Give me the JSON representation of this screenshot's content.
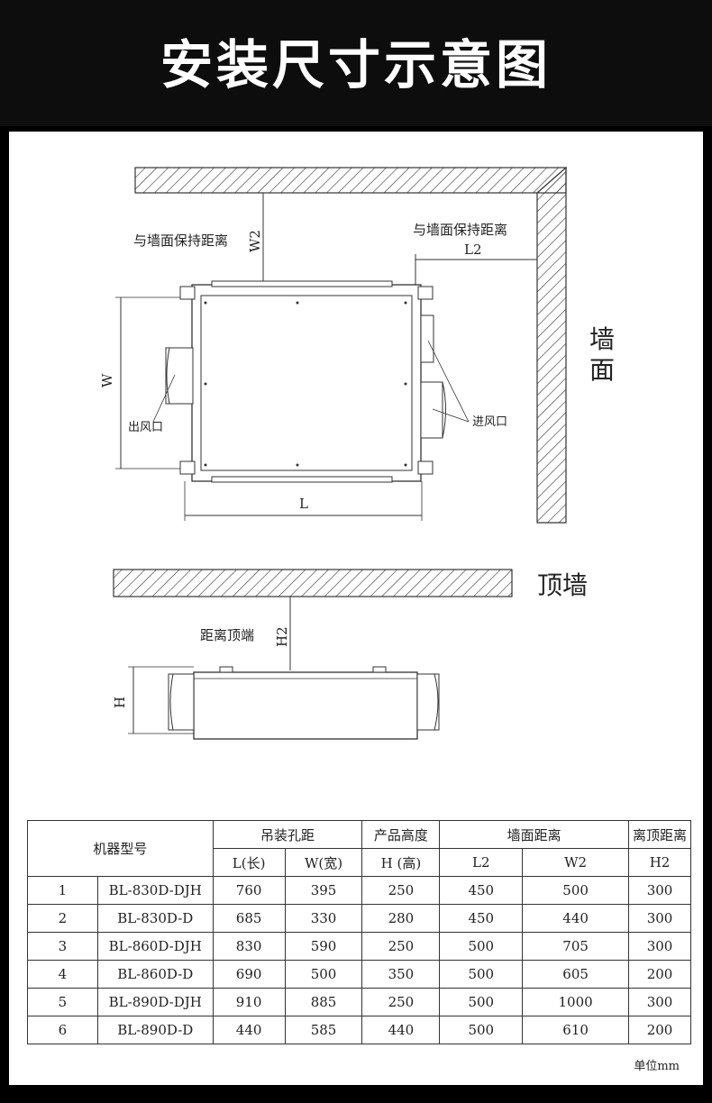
{
  "title": "安装尺寸示意图",
  "labels": {
    "wall_gap_w2": "与墙面保持距离",
    "w2": "W2",
    "wall_gap_l2": "与墙面保持距离",
    "l2": "L2",
    "wall": "墙面",
    "w": "W",
    "l": "L",
    "outlet": "出风口",
    "inlet": "进风口",
    "ceiling": "顶墙",
    "top_gap": "距离顶端",
    "h2": "H2",
    "h": "H"
  },
  "table": {
    "header": {
      "model": "机器型号",
      "hang": "吊装孔距",
      "height": "产品高度",
      "wall": "墙面距离",
      "top": "离顶距离",
      "l": "L(长)",
      "w": "W(宽)",
      "h": "H (高)",
      "l2": "L2",
      "w2": "W2",
      "h2": "H2"
    },
    "rows": [
      {
        "no": "1",
        "model": "BL-830D-DJH",
        "l": "760",
        "w": "395",
        "h": "250",
        "l2": "450",
        "w2": "500",
        "h2": "300"
      },
      {
        "no": "2",
        "model": "BL-830D-D",
        "l": "685",
        "w": "330",
        "h": "280",
        "l2": "450",
        "w2": "440",
        "h2": "300"
      },
      {
        "no": "3",
        "model": "BL-860D-DJH",
        "l": "830",
        "w": "590",
        "h": "250",
        "l2": "500",
        "w2": "705",
        "h2": "300"
      },
      {
        "no": "4",
        "model": "BL-860D-D",
        "l": "690",
        "w": "500",
        "h": "350",
        "l2": "500",
        "w2": "605",
        "h2": "200"
      },
      {
        "no": "5",
        "model": "BL-890D-DJH",
        "l": "910",
        "w": "885",
        "h": "250",
        "l2": "500",
        "w2": "1000",
        "h2": "300"
      },
      {
        "no": "6",
        "model": "BL-890D-D",
        "l": "440",
        "w": "585",
        "h": "440",
        "l2": "500",
        "w2": "610",
        "h2": "200"
      }
    ],
    "unit": "单位mm"
  }
}
